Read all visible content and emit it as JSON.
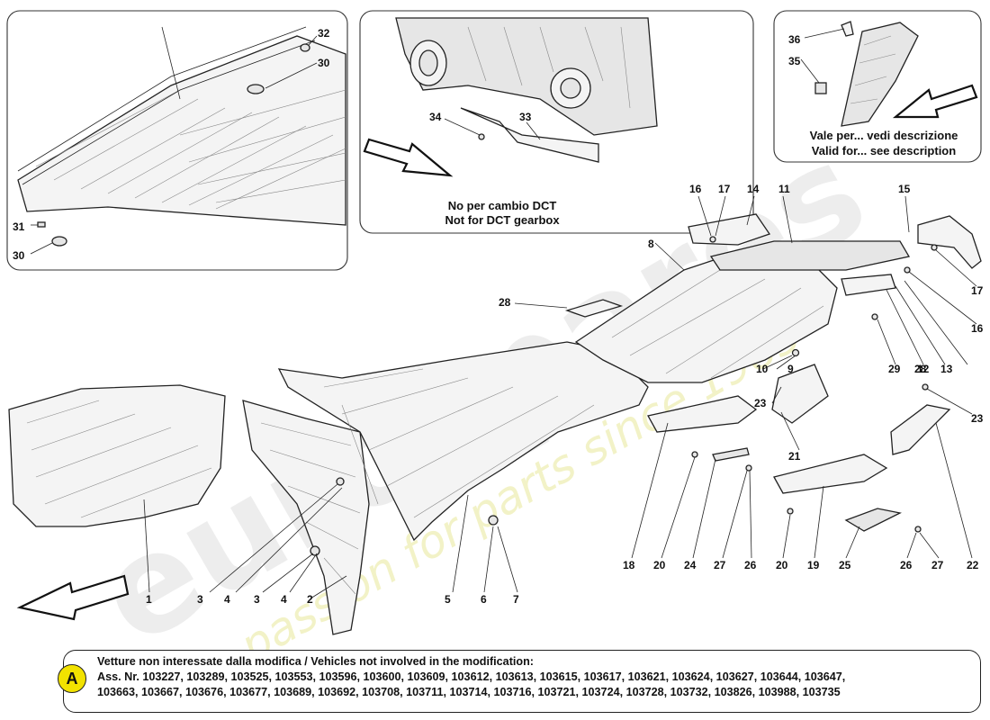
{
  "insets": {
    "middle": {
      "line1": "No per cambio DCT",
      "line2": "Not for DCT gearbox"
    },
    "right": {
      "line1": "Vale per... vedi descrizione",
      "line2": "Valid for... see description"
    }
  },
  "callouts": {
    "c1": "1",
    "c2": "2",
    "c3a": "3",
    "c3b": "3",
    "c4a": "4",
    "c4b": "4",
    "c5": "5",
    "c6": "6",
    "c7": "7",
    "c8": "8",
    "c9": "9",
    "c10": "10",
    "c11": "11",
    "c12": "12",
    "c13": "13",
    "c14": "14",
    "c15": "15",
    "c16a": "16",
    "c16b": "16",
    "c17a": "17",
    "c17b": "17",
    "c18": "18",
    "c19": "19",
    "c20a": "20",
    "c20b": "20",
    "c21": "21",
    "c22": "22",
    "c23a": "23",
    "c23b": "23",
    "c24": "24",
    "c25": "25",
    "c26a": "26",
    "c26b": "26",
    "c27a": "27",
    "c27b": "27",
    "c28a": "28",
    "c28b": "28",
    "c29": "29",
    "c30a": "30",
    "c30b": "30",
    "c31": "31",
    "c32": "32",
    "c33": "33",
    "c34": "34",
    "c35": "35",
    "c36": "36"
  },
  "note": {
    "badge": "A",
    "line1": "Vetture non interessate dalla modifica / Vehicles not involved in the modification:",
    "line2": "Ass. Nr. 103227, 103289, 103525, 103553, 103596, 103600, 103609, 103612, 103613, 103615, 103617, 103621, 103624, 103627, 103644, 103647,",
    "line3": "103663, 103667, 103676, 103677, 103689, 103692, 103708, 103711, 103714, 103716, 103721, 103724, 103728, 103732, 103826, 103988, 103735"
  },
  "watermark": {
    "logo": "eurospares",
    "slogan": "a passion for parts since 1985"
  },
  "colors": {
    "badge": "#f2e200",
    "line": "#222222",
    "watermark_slogan": "#e8e89a"
  }
}
